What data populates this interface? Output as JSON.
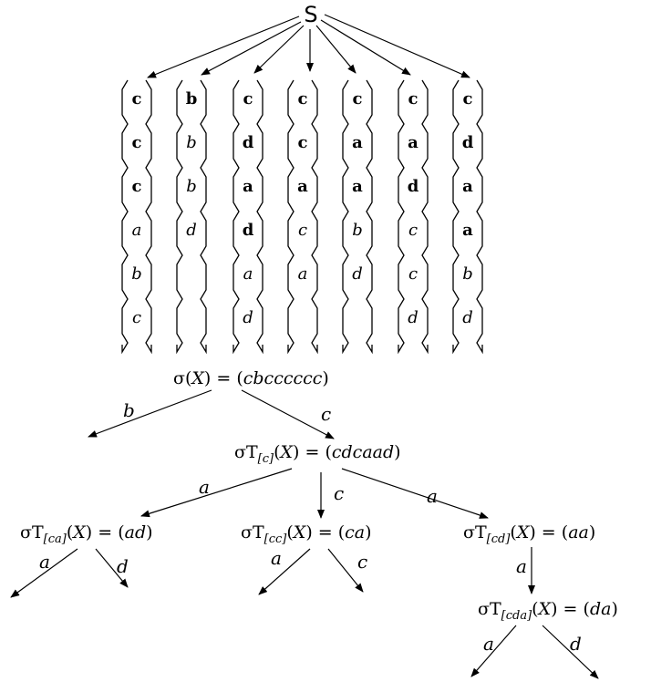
{
  "root_symbol": "S",
  "strings": [
    {
      "chars": [
        "c",
        "c",
        "c",
        "a",
        "b",
        "c"
      ],
      "bold": [
        true,
        true,
        true,
        false,
        false,
        false
      ]
    },
    {
      "chars": [
        "b",
        "b",
        "b",
        "d"
      ],
      "bold": [
        true,
        false,
        false,
        false
      ]
    },
    {
      "chars": [
        "c",
        "d",
        "a",
        "d",
        "a",
        "d"
      ],
      "bold": [
        true,
        true,
        true,
        true,
        false,
        false
      ]
    },
    {
      "chars": [
        "c",
        "c",
        "a",
        "c",
        "a"
      ],
      "bold": [
        true,
        true,
        true,
        false,
        false
      ]
    },
    {
      "chars": [
        "c",
        "a",
        "a",
        "b",
        "d"
      ],
      "bold": [
        true,
        true,
        true,
        false,
        false
      ]
    },
    {
      "chars": [
        "c",
        "a",
        "d",
        "c",
        "c",
        "d"
      ],
      "bold": [
        true,
        true,
        true,
        false,
        false,
        false
      ]
    },
    {
      "chars": [
        "c",
        "d",
        "a",
        "a",
        "b",
        "d"
      ],
      "bold": [
        true,
        true,
        true,
        true,
        false,
        false
      ]
    }
  ],
  "tree": {
    "nodes": {
      "root": {
        "prefix": "σ(",
        "X": "X",
        "suffix": ") = (",
        "seq": "cbcccccc",
        "close": ")"
      },
      "c": {
        "prefix": "σT",
        "sub": "[c]",
        "mid": "(",
        "X": "X",
        "suffix": ") = (",
        "seq": "cdcaad",
        "close": ")"
      },
      "ca": {
        "prefix": "σT",
        "sub": "[ca]",
        "mid": "(",
        "X": "X",
        "suffix": ") = (",
        "seq": "ad",
        "close": ")"
      },
      "cc": {
        "prefix": "σT",
        "sub": "[cc]",
        "mid": "(",
        "X": "X",
        "suffix": ") = (",
        "seq": "ca",
        "close": ")"
      },
      "cd": {
        "prefix": "σT",
        "sub": "[cd]",
        "mid": "(",
        "X": "X",
        "suffix": ") = (",
        "seq": "aa",
        "close": ")"
      },
      "cda": {
        "prefix": "σT",
        "sub": "[cda]",
        "mid": "(",
        "X": "X",
        "suffix": ") = (",
        "seq": "da",
        "close": ")"
      }
    },
    "edge_labels": {
      "root_b": "b",
      "root_c": "c",
      "c_a": "a",
      "c_c": "c",
      "c_d": "a",
      "ca_a": "a",
      "ca_d": "d",
      "cc_a": "a",
      "cc_c": "c",
      "cd_a": "a",
      "cda_a": "a",
      "cda_d": "d"
    }
  }
}
